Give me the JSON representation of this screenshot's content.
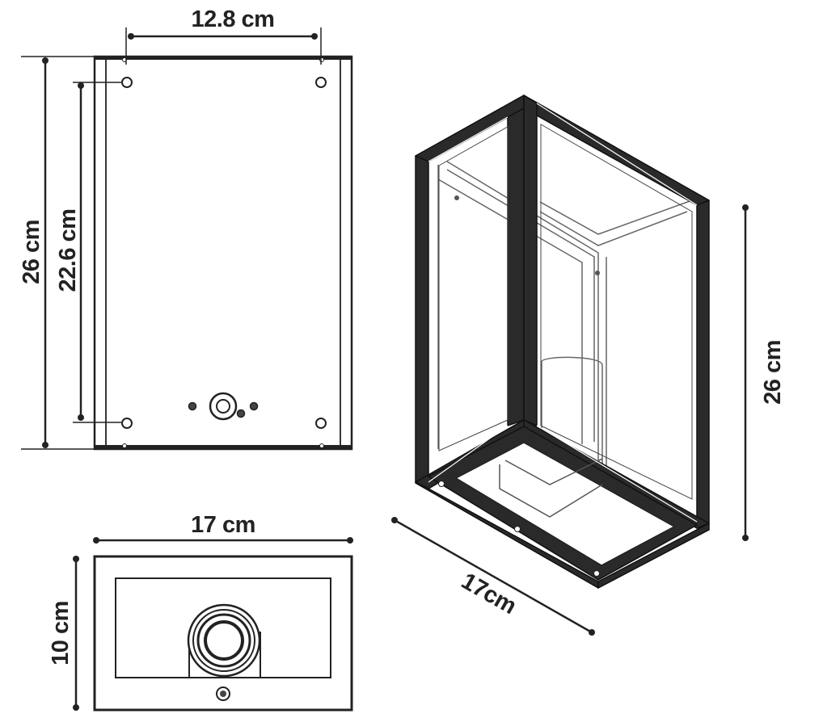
{
  "colors": {
    "ink": "#222222",
    "frame": "#2a2a2a",
    "glass_line": "#666666",
    "background": "#ffffff"
  },
  "back_view": {
    "label_top_width": "12.8 cm",
    "label_total_height": "26 cm",
    "label_hole_spacing": "22.6 cm"
  },
  "bottom_view": {
    "label_width": "17 cm",
    "label_depth": "10 cm"
  },
  "iso_view": {
    "label_height": "26 cm",
    "label_width": "17cm"
  }
}
